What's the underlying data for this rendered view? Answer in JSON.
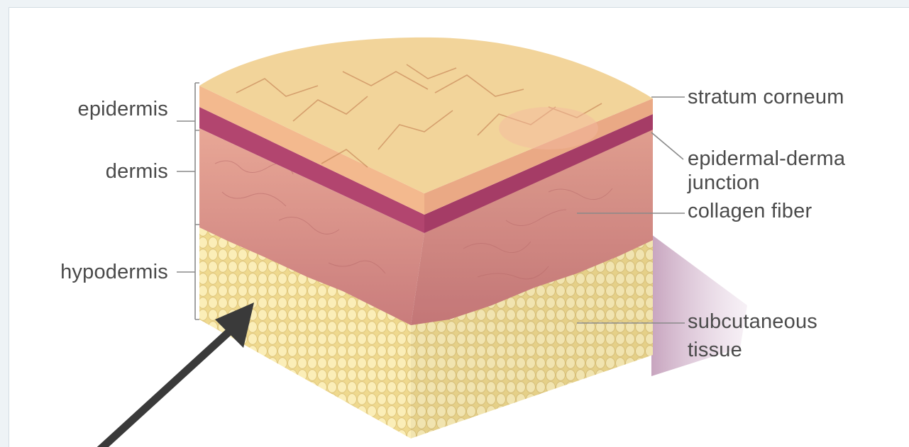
{
  "labels": {
    "left": {
      "epidermis": "epidermis",
      "dermis": "dermis",
      "hypodermis": "hypodermis"
    },
    "right": {
      "stratum_corneum": "stratum corneum",
      "epidermal_dermal_line1": "epidermal-derma",
      "epidermal_dermal_line2": "junction",
      "collagen_fiber": "collagen fiber",
      "subcutaneous_line1": "subcutaneous",
      "subcutaneous_line2": "tissue"
    }
  },
  "colors": {
    "stratum_top": "#f2d49a",
    "epidermis": "#f3b98e",
    "junction": "#b2456f",
    "dermis": "#d58e86",
    "fat": "#f6e6a6",
    "arrow": "#3a3a3a"
  }
}
